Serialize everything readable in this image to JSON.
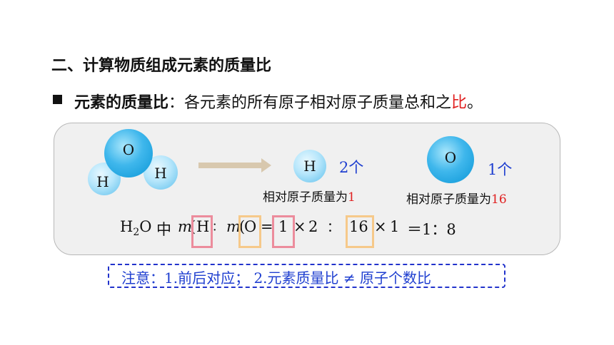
{
  "section_title": "二、计算物质组成元素的质量比",
  "definition": {
    "term": "元素的质量比",
    "colon": "：",
    "body": "各元素的所有原子相对原子质量总和之",
    "highlight": "比",
    "end": "。"
  },
  "molecule": {
    "o_label": "O",
    "h1_label": "H",
    "h2_label": "H"
  },
  "hydrogen_atom": {
    "label": "H",
    "count": "2个",
    "caption": "相对原子质量为",
    "mass": "1"
  },
  "oxygen_atom": {
    "label": "O",
    "count": "1个",
    "caption": "相对原子质量为",
    "mass": "16"
  },
  "formula": {
    "h": "H",
    "sub2": "2",
    "o": "O",
    "zhong": "中",
    "m1": "m",
    "paren_open1": "(",
    "h_elem": "H",
    "separator": "：",
    "m2": "m",
    "paren_open2": "(",
    "o_elem": "O",
    "equals": "=",
    "h_mass": "1",
    "times1": "×",
    "h_count": "2",
    "colon": "：",
    "o_mass": "16",
    "times2": "×",
    "o_count": "1",
    "result": "＝1：8"
  },
  "note": "注意：1.前后对应；  2.元素质量比 ≠ 原子个数比",
  "colors": {
    "red": "#e02020",
    "blue": "#1f3fd0",
    "pink_box": "#ec8c9c",
    "orange_box": "#f6c98a"
  }
}
